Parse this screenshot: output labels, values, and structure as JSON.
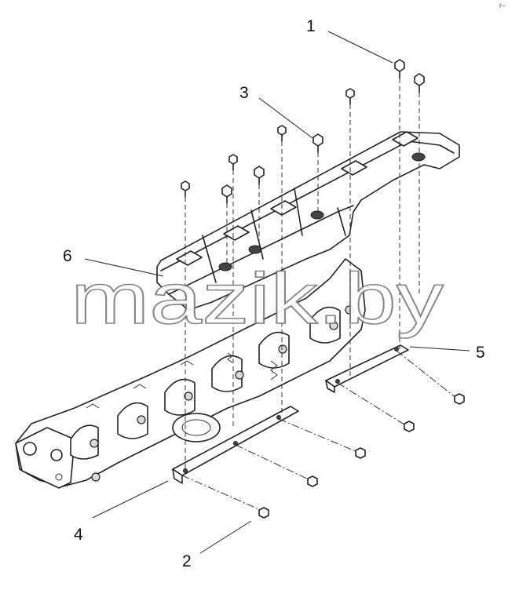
{
  "callouts": {
    "c1": "1",
    "c2": "2",
    "c3": "3",
    "c4": "4",
    "c5": "5",
    "c6": "6"
  },
  "watermark": "mazik.by",
  "corner_mark": "r–"
}
